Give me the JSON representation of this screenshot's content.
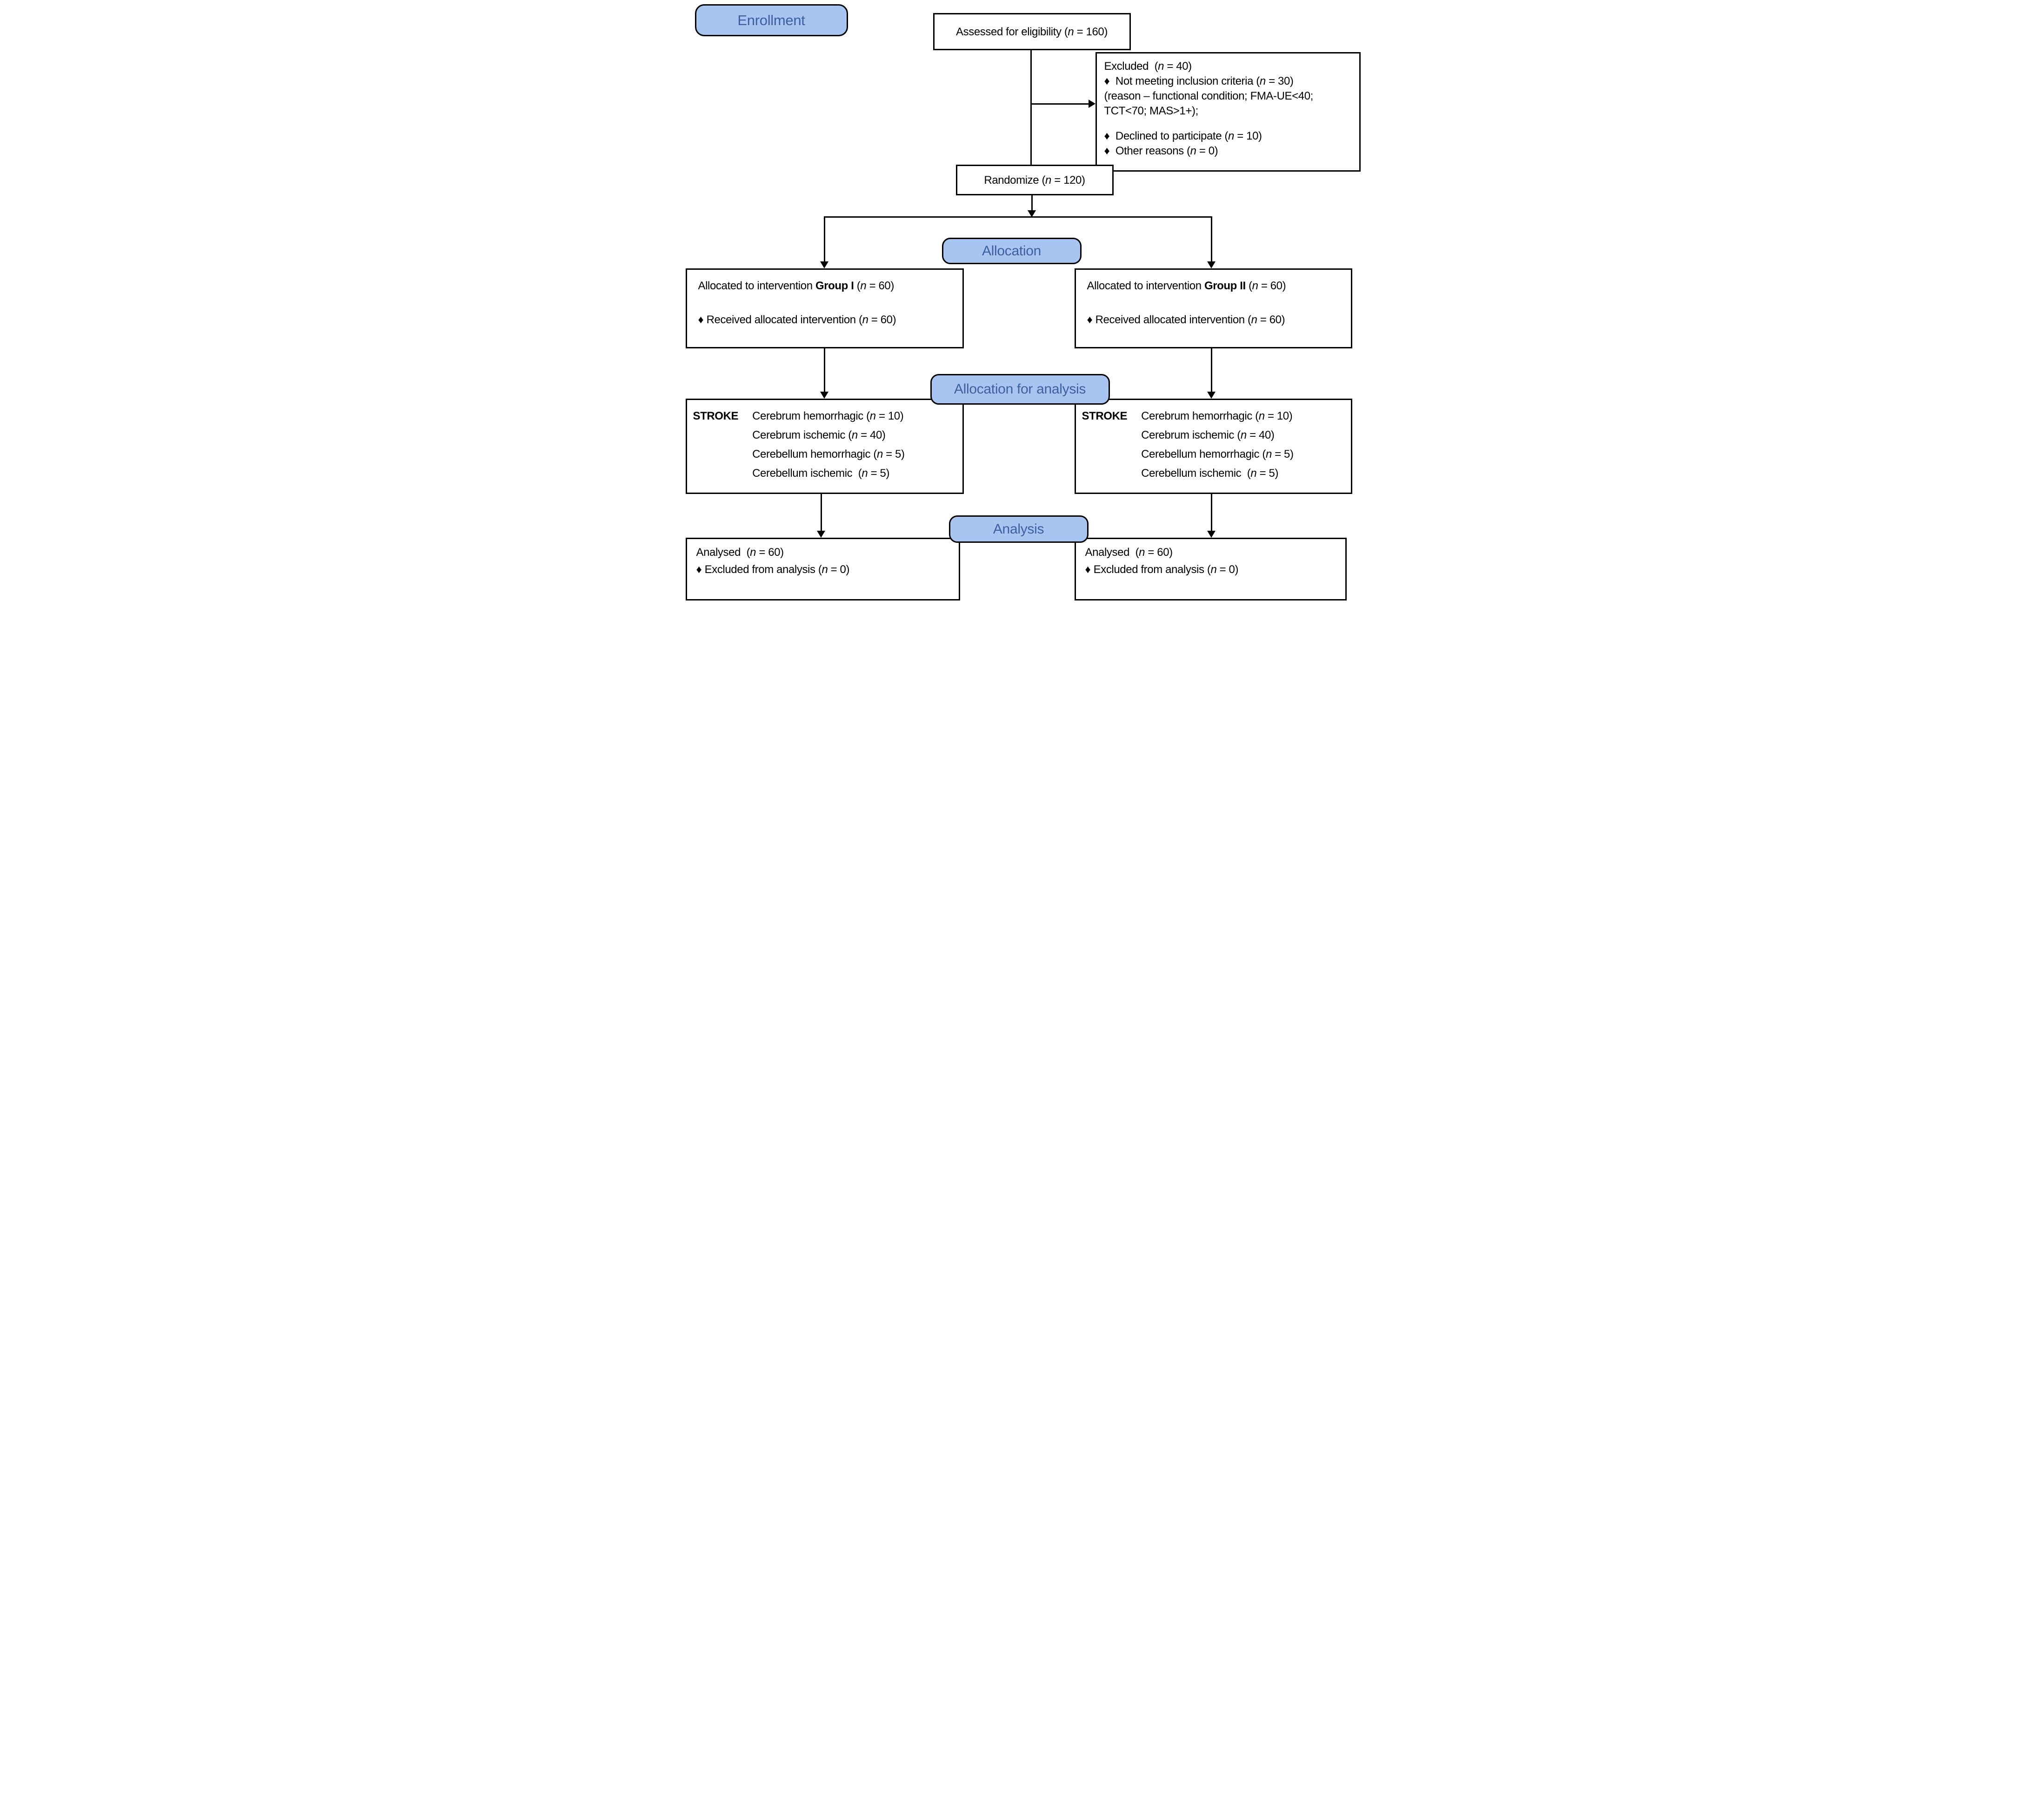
{
  "colors": {
    "background": "#ffffff",
    "box_border": "#000000",
    "line": "#000000",
    "text": "#000000",
    "label_fill": "#a8c5f2",
    "label_border": "#000000",
    "label_text": "#3c5f9e"
  },
  "stage_labels": {
    "enrollment": "Enrollment",
    "allocation": "Allocation",
    "allocation_for_analysis": "Allocation for analysis",
    "analysis": "Analysis"
  },
  "boxes": {
    "assessed": {
      "text": "Assessed for eligibility (*n* = 160)"
    },
    "excluded": {
      "lines": [
        "Excluded  (*n* = 40)",
        "♦  Not meeting inclusion criteria (*n* = 30)",
        "(reason – functional condition; FMA-UE<40;",
        "TCT<70; MAS>1+);",
        "♦  Declined to participate (*n* = 10)",
        "♦  Other reasons (*n* = 0)"
      ]
    },
    "randomize": {
      "text": "Randomize (*n* = 120)"
    },
    "group1": {
      "title": "Allocated to intervention **Group I** (*n* = 60)",
      "bullet": "♦ Received allocated intervention (*n* = 60)"
    },
    "group2": {
      "title": "Allocated to intervention **Group II** (*n* = 60)",
      "bullet": "♦ Received allocated intervention (*n* = 60)"
    },
    "stroke1": {
      "label": "STROKE",
      "lines": [
        "Cerebrum hemorrhagic (*n* = 10)",
        "Cerebrum ischemic (*n* = 40)",
        "Cerebellum hemorrhagic (*n* = 5)",
        "Cerebellum ischemic  (*n* = 5)"
      ]
    },
    "stroke2": {
      "label": "STROKE",
      "lines": [
        "Cerebrum hemorrhagic (*n* = 10)",
        "Cerebrum ischemic (*n* = 40)",
        "Cerebellum hemorrhagic (*n* = 5)",
        "Cerebellum ischemic  (*n* = 5)"
      ]
    },
    "analysed1": {
      "title": "Analysed  (*n* = 60)",
      "bullet": "♦ Excluded from analysis (*n* = 0)"
    },
    "analysed2": {
      "title": "Analysed  (*n* = 60)",
      "bullet": "♦ Excluded from analysis (*n* = 0)"
    }
  }
}
